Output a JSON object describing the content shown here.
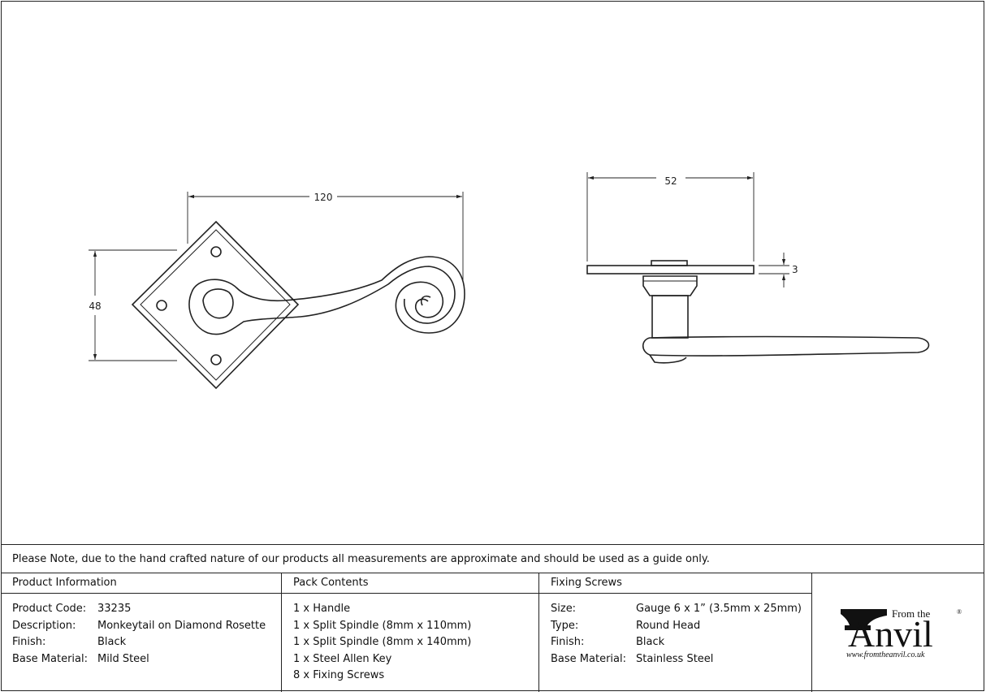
{
  "dimensions": {
    "front_width": "120",
    "front_height": "48",
    "side_width": "52",
    "side_thickness": "3"
  },
  "note": "Please Note, due to the hand crafted nature of our products all measurements are approximate and should be used as a guide only.",
  "product_info": {
    "title": "Product Information",
    "rows": [
      {
        "label": "Product Code:",
        "value": "33235"
      },
      {
        "label": "Description:",
        "value": "Monkeytail on Diamond Rosette"
      },
      {
        "label": "Finish:",
        "value": "Black"
      },
      {
        "label": "Base Material:",
        "value": "Mild Steel"
      }
    ]
  },
  "pack_contents": {
    "title": "Pack Contents",
    "items": [
      "1 x Handle",
      "1 x Split Spindle (8mm x 110mm)",
      "1 x Split Spindle (8mm x 140mm)",
      "1 x Steel Allen Key",
      "8 x Fixing Screws"
    ]
  },
  "fixing_screws": {
    "title": "Fixing Screws",
    "rows": [
      {
        "label": "Size:",
        "value": "Gauge 6 x 1” (3.5mm x 25mm)"
      },
      {
        "label": "Type:",
        "value": "Round Head"
      },
      {
        "label": "Finish:",
        "value": "Black"
      },
      {
        "label": "Base Material:",
        "value": "Stainless Steel"
      }
    ]
  },
  "logo": {
    "from_the": "From the",
    "brand": "Anvil",
    "registered": "®",
    "url": "www.fromtheanvil.co.uk"
  }
}
